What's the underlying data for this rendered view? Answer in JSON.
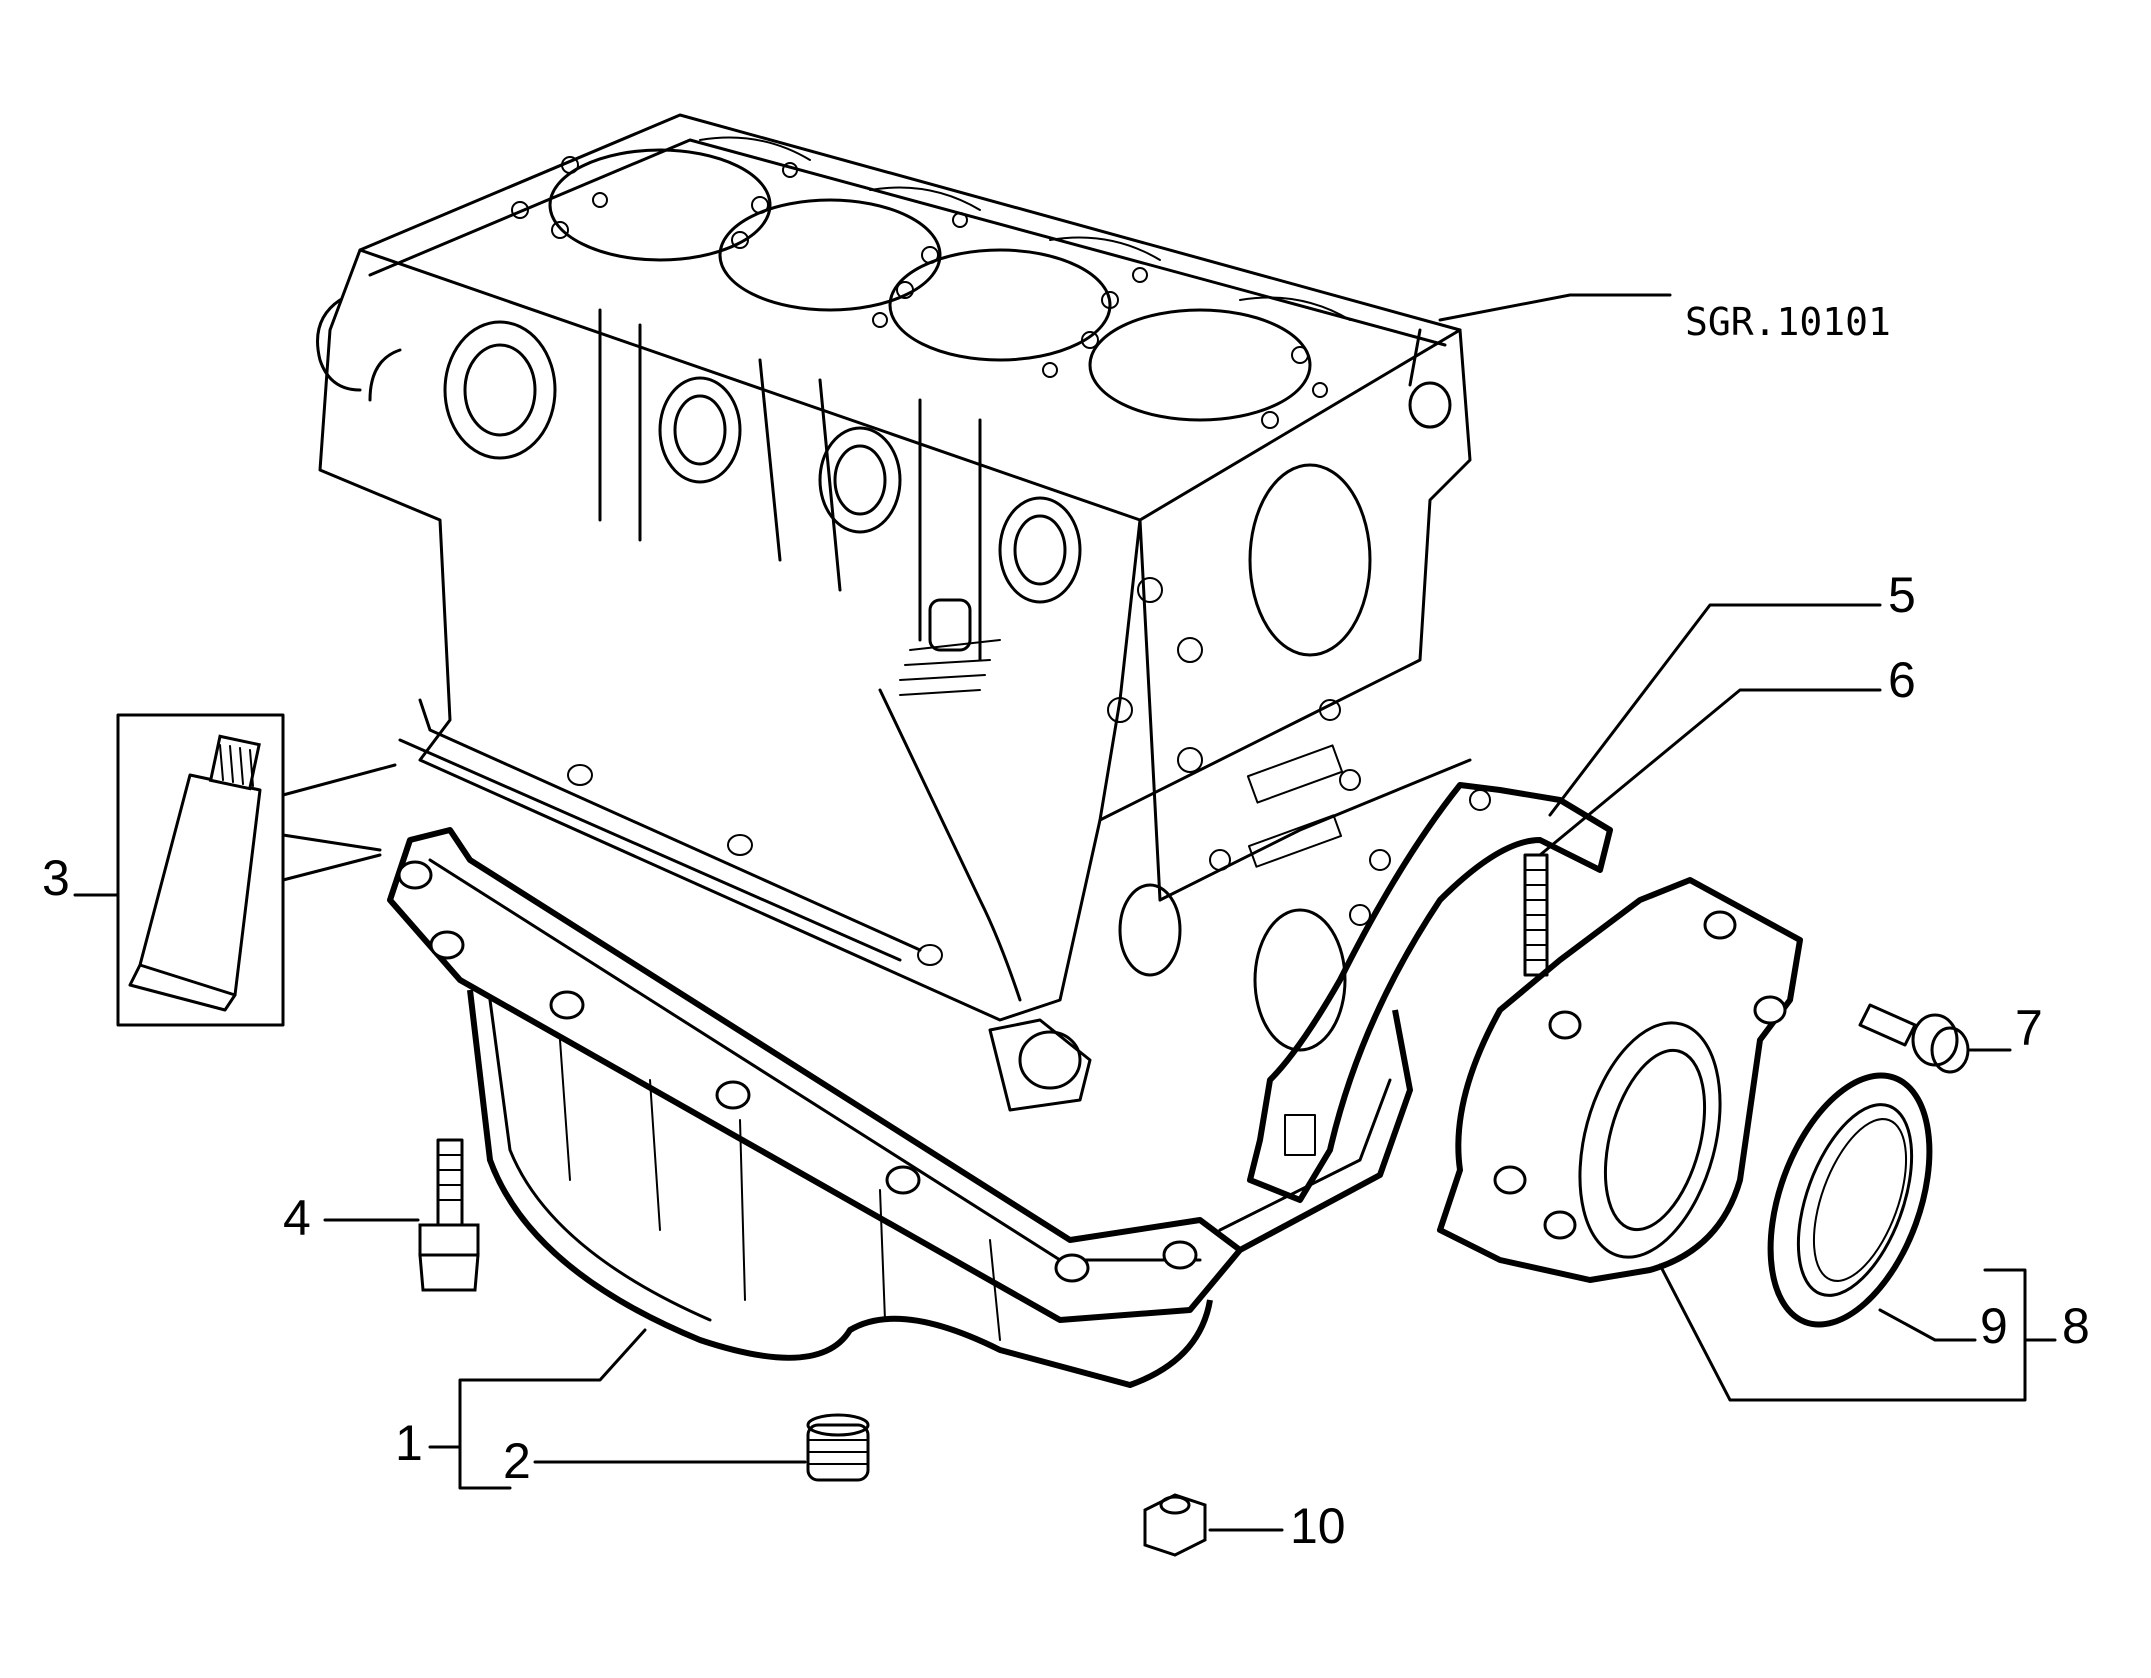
{
  "diagram": {
    "reference_code": "SGR.10101",
    "callouts": {
      "c1": "1",
      "c2": "2",
      "c3": "3",
      "c4": "4",
      "c5": "5",
      "c6": "6",
      "c7": "7",
      "c8": "8",
      "c9": "9",
      "c10": "10"
    }
  }
}
